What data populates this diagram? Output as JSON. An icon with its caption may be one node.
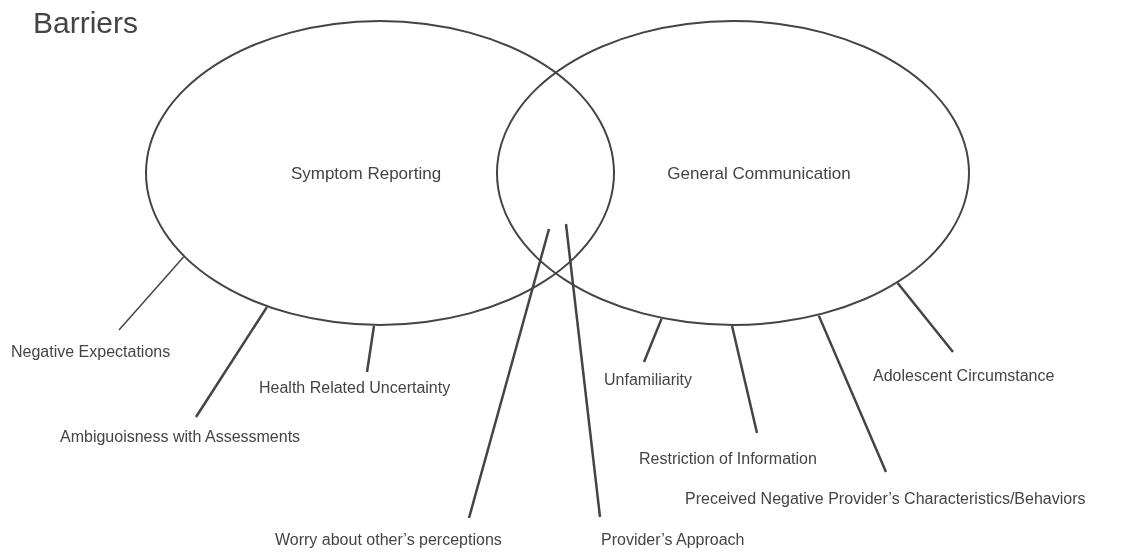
{
  "diagram": {
    "title": "Barriers",
    "nodes": [
      {
        "text": [
          "Symptom Reporting"
        ]
      },
      {
        "text": [
          "General Communication"
        ]
      },
      {
        "text": [
          "Negative Expectations"
        ]
      },
      {
        "text": [
          "Health Related Uncertainty"
        ]
      },
      {
        "text": [
          "Ambiguoisness with Assessments"
        ]
      },
      {
        "text": [
          "Worry about other’s perceptions"
        ]
      },
      {
        "text": [
          "Unfamiliarity"
        ]
      },
      {
        "text": [
          "Adolescent Circumstance"
        ]
      },
      {
        "text": [
          "Restriction of Information"
        ]
      },
      {
        "text": [
          "Preceived Negative Provider’s Characteristics/Behaviors"
        ]
      },
      {
        "text": [
          "Provider’s Approach"
        ]
      }
    ],
    "edges": [
      {
        "from": 2,
        "to": 0,
        "arrow": "none"
      },
      {
        "from": 4,
        "to": 0,
        "arrow": "none"
      },
      {
        "from": 3,
        "to": 0,
        "arrow": "none"
      },
      {
        "from": 5,
        "to": 0,
        "arrow": "none"
      },
      {
        "from": 10,
        "to": 0,
        "arrow": "none"
      },
      {
        "from": 6,
        "to": 1,
        "arrow": "none"
      },
      {
        "from": 8,
        "to": 1,
        "arrow": "none"
      },
      {
        "from": 9,
        "to": 1,
        "arrow": "none"
      },
      {
        "from": 7,
        "to": 1,
        "arrow": "none"
      }
    ]
  }
}
